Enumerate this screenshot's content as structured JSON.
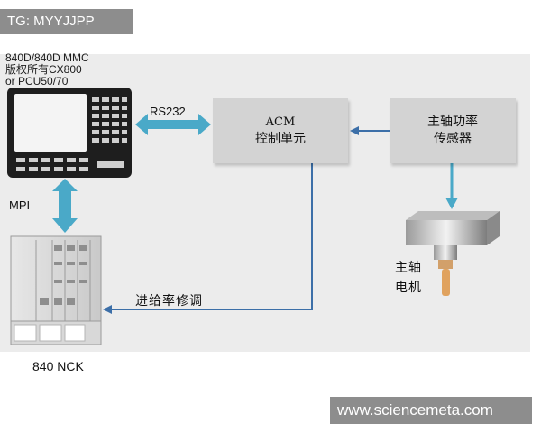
{
  "watermark": {
    "tag": "TG: MYYJJPP",
    "site": "www.sciencemeta.com"
  },
  "hmi": {
    "caption_lines": [
      "840D/840D MMC",
      "版权所有CX800",
      "or PCU50/70"
    ]
  },
  "links": {
    "rs232": "RS232",
    "mpi": "MPI",
    "feed": "进给率修调"
  },
  "acm": {
    "line1": "ACM",
    "line2": "控制单元"
  },
  "sensor": {
    "line1": "主轴功率",
    "line2": "传感器"
  },
  "motor": {
    "line1": "主轴",
    "line2": "电机"
  },
  "nck": {
    "label": "840 NCK"
  },
  "colors": {
    "arrow": "#4aa9c8",
    "line": "#3c6fa8",
    "box": "#d3d3d3",
    "panel": "#ececec"
  }
}
